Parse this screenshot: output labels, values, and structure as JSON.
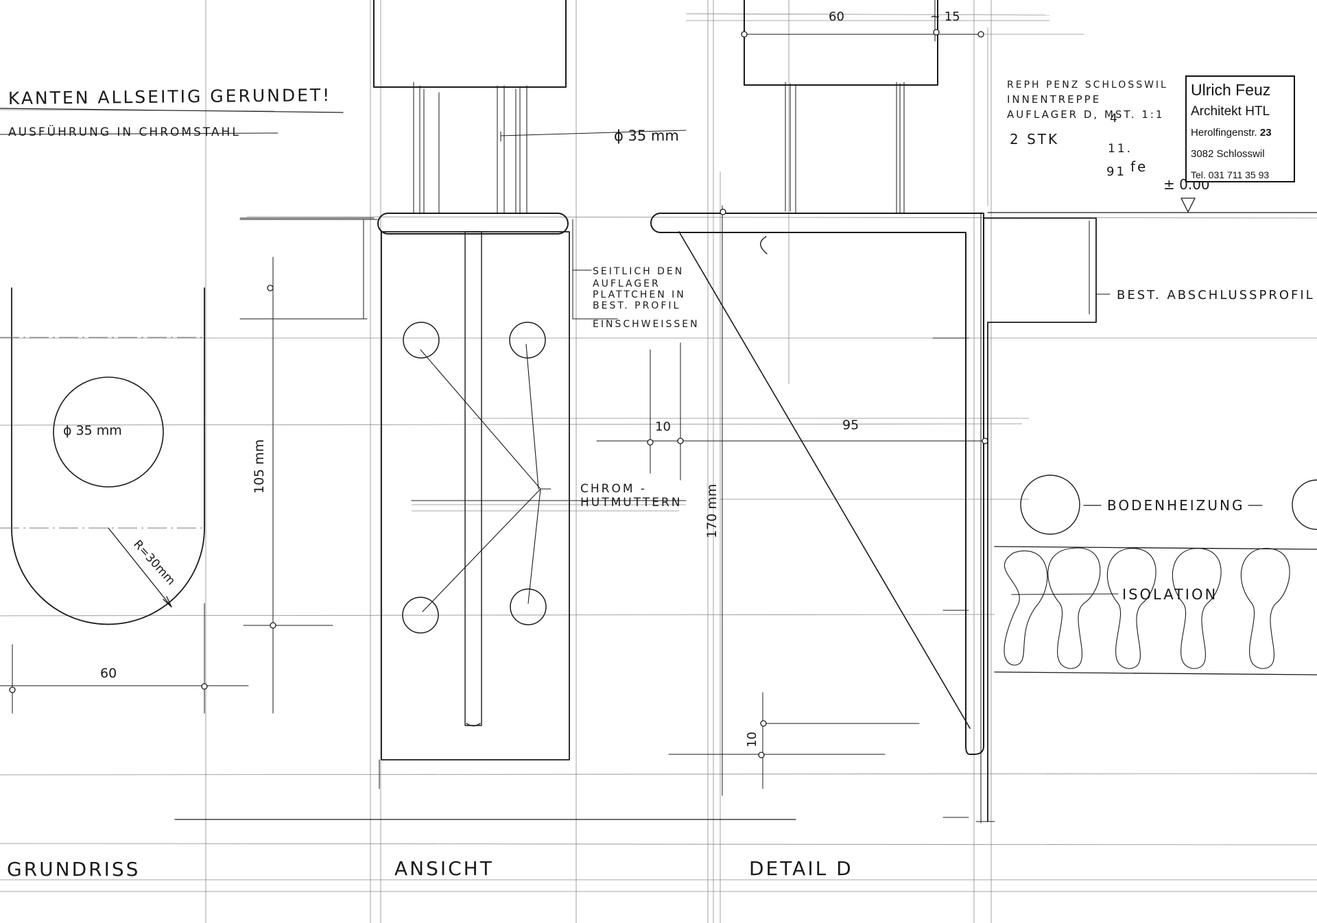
{
  "notes": {
    "edges": "KANTEN ALLSEITIG GERUNDET!",
    "execution": "AUSFÜHRUNG IN CHROMSTAHL",
    "project_line1": "REPH PENZ SCHLOSSWIL",
    "project_line2": "INNENTREPPE",
    "project_line3": "AUFLAGER D, MST. 1:1",
    "count": "2 STK",
    "date_frac_top": "4",
    "date_frac_mid": "11.",
    "date_frac_bottom": "91",
    "initials": "fe",
    "side_note_1": "SEITLICH DEN",
    "side_note_2": "AUFLAGER",
    "side_note_3": "PLATTCHEN IN",
    "side_note_4": "BEST. PROFIL",
    "side_note_5": "EINSCHWEISSEN",
    "profile": "BEST. ABSCHLUSSPROFIL",
    "nuts_1": "CHROM -",
    "nuts_2": "HUTMUTTERN",
    "heating": "BODENHEIZUNG",
    "insulation": "ISOLATION",
    "level": "± 0.00"
  },
  "dimensions": {
    "d_top": "60",
    "d_top_approx": "~ 15",
    "dia_top": "ϕ 35 mm",
    "dia_plan": "ϕ 35 mm",
    "h_plan": "105 mm",
    "w_plan": "60",
    "radius": "R=30mm",
    "d_10a": "10",
    "d_95": "95",
    "h_detail": "170 mm",
    "d_10b": "10"
  },
  "views": {
    "plan": "GRUNDRISS",
    "elevation": "ANSICHT",
    "detail": "DETAIL D"
  },
  "stamp": {
    "name": "Ulrich Feuz",
    "title": "Architekt HTL",
    "street_name": "Herolfingenstr.",
    "street_no": "23",
    "city": "3082 Schlosswil",
    "tel": "Tel. 031 711 35 93"
  }
}
